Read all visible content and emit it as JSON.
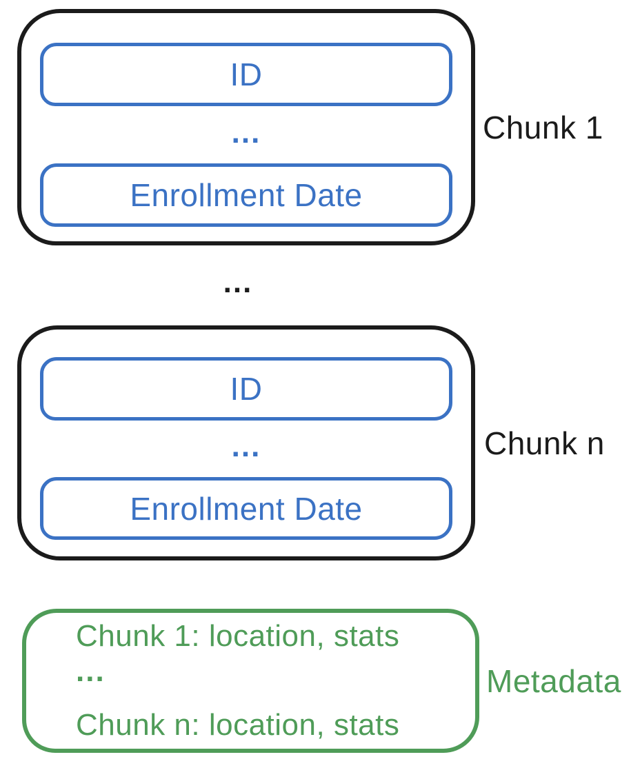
{
  "diagram": {
    "type": "storage-chunking-diagram",
    "colors": {
      "chunk_outline": "#1b1b1b",
      "field_blue": "#3b72c4",
      "metadata_green": "#4f9c58"
    },
    "chunks": [
      {
        "label": "Chunk 1",
        "field_top": "ID",
        "ellipsis": "...",
        "field_bottom": "Enrollment Date"
      },
      {
        "label": "Chunk n",
        "field_top": "ID",
        "ellipsis": "...",
        "field_bottom": "Enrollment Date"
      }
    ],
    "between_chunks_ellipsis": "...",
    "metadata": {
      "label": "Metadata",
      "line1": "Chunk 1: location, stats",
      "ellipsis": "...",
      "line2": "Chunk n: location, stats"
    }
  }
}
